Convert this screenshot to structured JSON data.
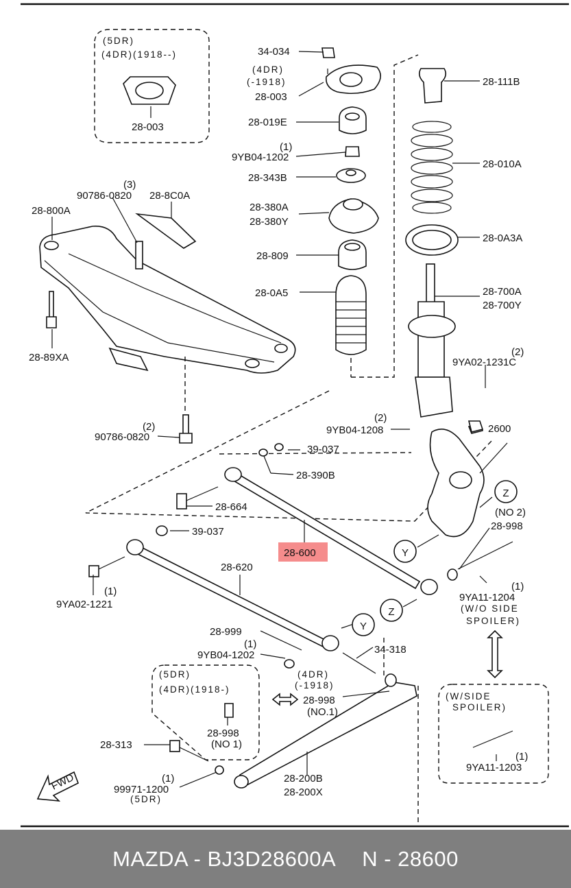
{
  "inset_5dr_top": {
    "line1": "(5DR)",
    "line2": "(4DR)(1918--)",
    "part": "28-003"
  },
  "labels": {
    "p34_034": "34-034",
    "note_4dr_1918": "(4DR)",
    "note_1918": "(-1918)",
    "p28_003": "28-003",
    "p28_111b": "28-111B",
    "p28_019e": "28-019E",
    "qty1_a": "(1)",
    "p9yb04_1202a": "9YB04-1202",
    "p28_010a": "28-010A",
    "p28_343b": "28-343B",
    "p28_380a": "28-380A",
    "p28_380y": "28-380Y",
    "p28_0a3a": "28-0A3A",
    "p28_809": "28-809",
    "p28_0a5": "28-0A5",
    "p28_700a": "28-700A",
    "p28_700y": "28-700Y",
    "p28_800a": "28-800A",
    "qty3": "(3)",
    "p90786_0820a": "90786-0820",
    "p28_8c0a": "28-8C0A",
    "p28_89xa": "28-89XA",
    "qty2_a": "(2)",
    "p9ya02_1231c": "9YA02-1231C",
    "qty2_b": "(2)",
    "p90786_0820b": "90786-0820",
    "qty2_c": "(2)",
    "p9yb04_1208": "9YB04-1208",
    "p2600": "2600",
    "p39_037a": "39-037",
    "p28_390b": "28-390B",
    "p28_664": "28-664",
    "z1": "Z",
    "no2": "(NO 2)",
    "p28_998a": "28-998",
    "p39_037b": "39-037",
    "p28_600": "28-600",
    "y1": "Y",
    "p28_620": "28-620",
    "qty1_b": "(1)",
    "p9ya02_1221": "9YA02-1221",
    "qty1_c": "(1)",
    "p9ya11_1204": "9YA11-1204",
    "wo_side": "(W/O SIDE",
    "spoiler1": "SPOILER)",
    "z2": "Z",
    "y2": "Y",
    "p28_999": "28-999",
    "qty1_d": "(1)",
    "p9yb04_1202b": "9YB04-1202",
    "p34_318": "34-318",
    "note_4dr_b": "(4DR)",
    "note_1918_b": "(-1918)",
    "p28_998b": "28-998",
    "no1a": "(NO.1)",
    "w_side": "(W/SIDE",
    "spoiler2": "SPOILER)",
    "qty1_e": "(1)",
    "p9ya11_1203": "9YA11-1203",
    "p28_313": "28-313",
    "qty1_f": "(1)",
    "p99971_1200": "99971-1200",
    "note_5dr": "(5DR)",
    "p28_200b": "28-200B",
    "p28_200x": "28-200X",
    "fwd": "FWD"
  },
  "inset_5dr_bottom": {
    "line1": "(5DR)",
    "line2": "(4DR)(1918-)",
    "part": "28-998",
    "no": "(NO 1)"
  },
  "highlight": {
    "part": "28-600",
    "color": "#f58c8c"
  },
  "footer": {
    "brand": "MAZDA - BJ3D28600A",
    "code": "N - 28600"
  }
}
